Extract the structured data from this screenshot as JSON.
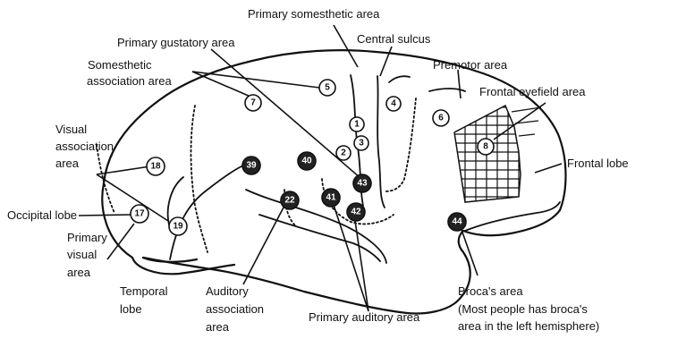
{
  "labels": {
    "primary_somesthetic": "Primary somesthetic area",
    "primary_gustatory": "Primary gustatory area",
    "central_sulcus": "Central sulcus",
    "somesthetic_assoc_1": "Somesthetic",
    "somesthetic_assoc_2": "association area",
    "premotor": "Premotor area",
    "frontal_eyefield": "Frontal eyefield area",
    "visual_assoc_1": "Visual",
    "visual_assoc_2": "association",
    "visual_assoc_3": "area",
    "frontal_lobe": "Frontal lobe",
    "occipital_lobe": "Occipital lobe",
    "primary_visual_1": "Primary",
    "primary_visual_2": "visual",
    "primary_visual_3": "area",
    "temporal_lobe_1": "Temporal",
    "temporal_lobe_2": "lobe",
    "auditory_assoc_1": "Auditory",
    "auditory_assoc_2": "association",
    "auditory_assoc_3": "area",
    "primary_auditory": "Primary auditory area",
    "broca_1": "Broca's area",
    "broca_2": "(Most people has broca's",
    "broca_3": "area in the left hemisphere)"
  },
  "areas": {
    "a1": "1",
    "a2": "2",
    "a3": "3",
    "a4": "4",
    "a5": "5",
    "a6": "6",
    "a7": "7",
    "a8": "8",
    "a17": "17",
    "a18": "18",
    "a19": "19",
    "a22": "22",
    "a39": "39",
    "a40": "40",
    "a41": "41",
    "a42": "42",
    "a43": "43",
    "a44": "44"
  }
}
